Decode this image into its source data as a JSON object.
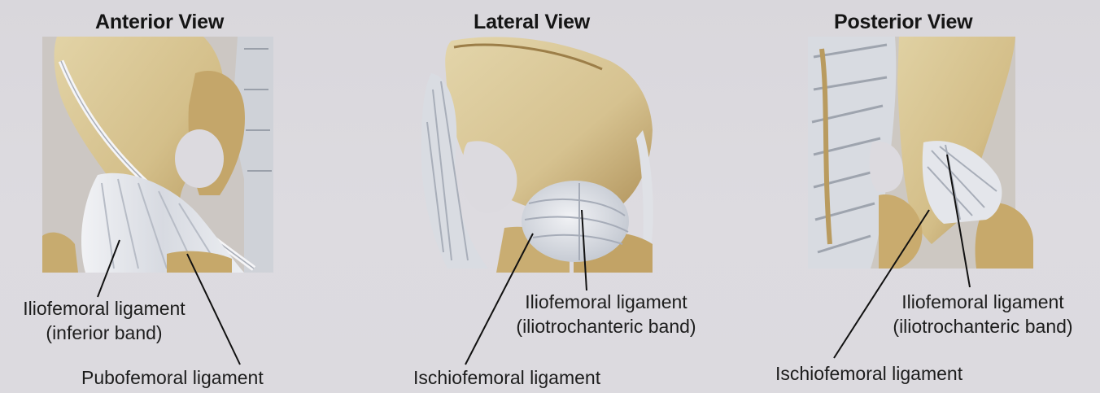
{
  "views": {
    "anterior": {
      "title": "Anterior View",
      "labels": {
        "iliofemoral_line1": "Iliofemoral ligament",
        "iliofemoral_line2": "(inferior band)",
        "pubofemoral": "Pubofemoral ligament"
      }
    },
    "lateral": {
      "title": "Lateral View",
      "labels": {
        "iliofemoral_line1": "Iliofemoral ligament",
        "iliofemoral_line2": "(iliotrochanteric band)",
        "ischiofemoral": "Ischiofemoral ligament"
      }
    },
    "posterior": {
      "title": "Posterior View",
      "labels": {
        "iliofemoral_line1": "Iliofemoral ligament",
        "iliofemoral_line2": "(iliotrochanteric band)",
        "ischiofemoral": "Ischiofemoral ligament"
      }
    }
  },
  "colors": {
    "background": "#dbd9de",
    "bone": "#d8c79a",
    "bone_shadow": "#b89d62",
    "bone_dark": "#8e7440",
    "ligament": "#e6e8ec",
    "ligament_shadow": "#aeb4bf",
    "leader_line": "#111111"
  }
}
